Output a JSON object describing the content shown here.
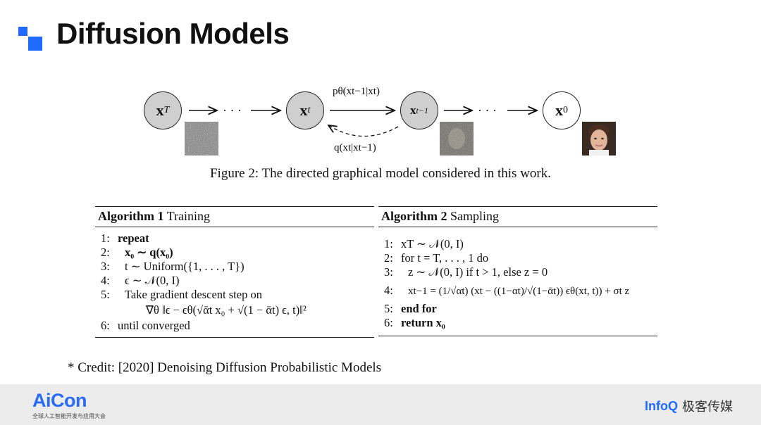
{
  "header": {
    "title": "Diffusion Models"
  },
  "diagram": {
    "nodes": [
      {
        "main": "x",
        "sub": "T"
      },
      {
        "main": "x",
        "sub": "t"
      },
      {
        "main": "x",
        "sub": "t−1"
      },
      {
        "main": "x",
        "sub": "0"
      }
    ],
    "dots": "· · ·",
    "forward_label": "pθ(xt−1|xt)",
    "reverse_label": "q(xt|xt−1)",
    "caption": "Figure 2: The directed graphical model considered in this work."
  },
  "algorithm1": {
    "title_bold": "Algorithm 1",
    "title_rest": " Training",
    "lines": [
      {
        "num": "1:",
        "text": "repeat"
      },
      {
        "num": "2:",
        "text": "x₀ ∼ q(x₀)"
      },
      {
        "num": "3:",
        "text": "t ∼ Uniform({1, . . . , T})"
      },
      {
        "num": "4:",
        "text": "ϵ ∼ 𝒩(0, I)"
      },
      {
        "num": "5:",
        "text": "Take gradient descent step on"
      },
      {
        "num": "",
        "text": "∇θ ‖ϵ − ϵθ(√ᾱt x₀ + √(1 − ᾱt) ϵ, t)‖²"
      },
      {
        "num": "6:",
        "text": "until converged"
      }
    ]
  },
  "algorithm2": {
    "title_bold": "Algorithm 2",
    "title_rest": " Sampling",
    "lines": [
      {
        "num": "1:",
        "text": "xT ∼ 𝒩(0, I)"
      },
      {
        "num": "2:",
        "text": "for t = T, . . . , 1 do"
      },
      {
        "num": "3:",
        "text": "z ∼ 𝒩(0, I) if t > 1, else z = 0"
      },
      {
        "num": "4:",
        "text": "xt−1 = (1/√αt) (xt − ((1−αt)/√(1−ᾱt)) ϵθ(xt, t)) + σt z"
      },
      {
        "num": "5:",
        "text": "end for"
      },
      {
        "num": "6:",
        "text": "return x₀"
      }
    ]
  },
  "credit": "* Credit: [2020] Denoising Diffusion Probabilistic Models",
  "footer": {
    "left_logo": "AiCon",
    "left_sub": "全球人工智能开发与应用大会",
    "right_brand": "InfoQ",
    "right_text": "极客传媒"
  },
  "colors": {
    "accent": "#1F6BFF",
    "node_fill": "#cfcfcf",
    "footer_bg": "#ececec"
  }
}
